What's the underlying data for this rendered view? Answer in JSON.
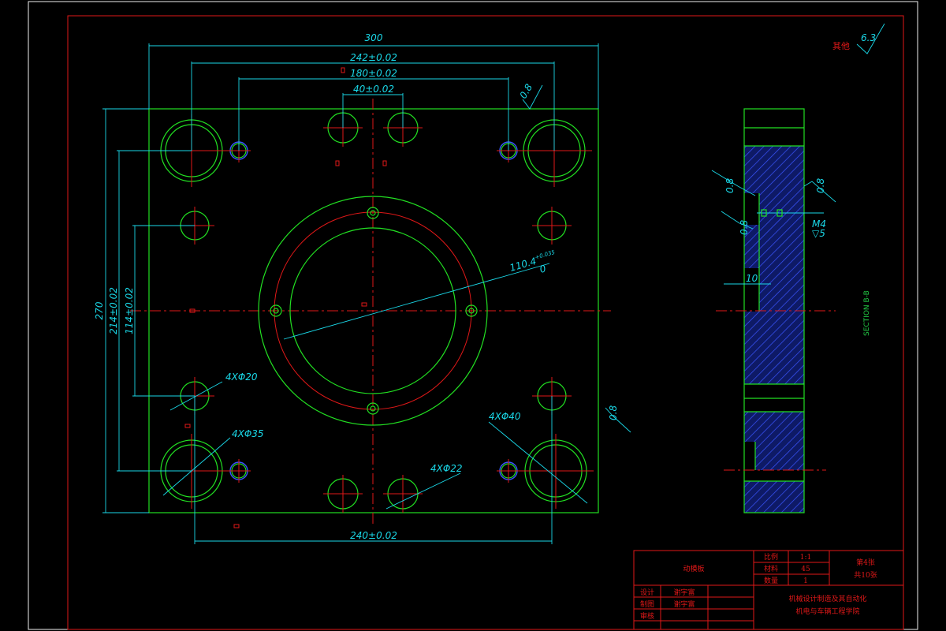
{
  "drawing": {
    "dimensions": {
      "overall_width": "300",
      "bolt_spacing_x": "242±0.02",
      "inner_spacing_x": "180±0.02",
      "center_spacing": "40±0.02",
      "overall_height": "270",
      "spacing_y_outer": "214±0.02",
      "spacing_y_inner": "114±0.02",
      "bottom_spacing": "240±0.02",
      "bore_diameter": "110.4",
      "bore_tolerance": "+0.035",
      "bore_tolerance_low": "0",
      "offset_10": "10"
    },
    "callouts": {
      "holes_20": "4XΦ20",
      "holes_35": "4XΦ35",
      "holes_40": "4XΦ40",
      "holes_22": "4XΦ22",
      "thread": "M4",
      "thread_depth": "▽5"
    },
    "roughness": {
      "rest_label": "其他",
      "rest_value": "6.3",
      "r1": "0.8",
      "r2": "0.8",
      "r3": "0.8",
      "r4": "0.8",
      "r5": "0.8"
    },
    "section_label": "SECTION B-B"
  },
  "title_block": {
    "part_name": "动模板",
    "scale_label": "比例",
    "scale_value": "1:1",
    "material_label": "材料",
    "material_value": "45",
    "quantity_label": "数量",
    "quantity_value": "1",
    "sheet_no": "第4张",
    "sheet_total": "共10张",
    "design_label": "设计",
    "design_name": "谢宇富",
    "draw_label": "制图",
    "draw_name": "谢宇富",
    "review_label": "审核",
    "major": "机械设计制造及其自动化",
    "school": "机电与车辆工程学院"
  },
  "colors": {
    "outline": "#22e022",
    "centerline": "#e01818",
    "dimension": "#1ad8e8",
    "background": "#000000"
  }
}
